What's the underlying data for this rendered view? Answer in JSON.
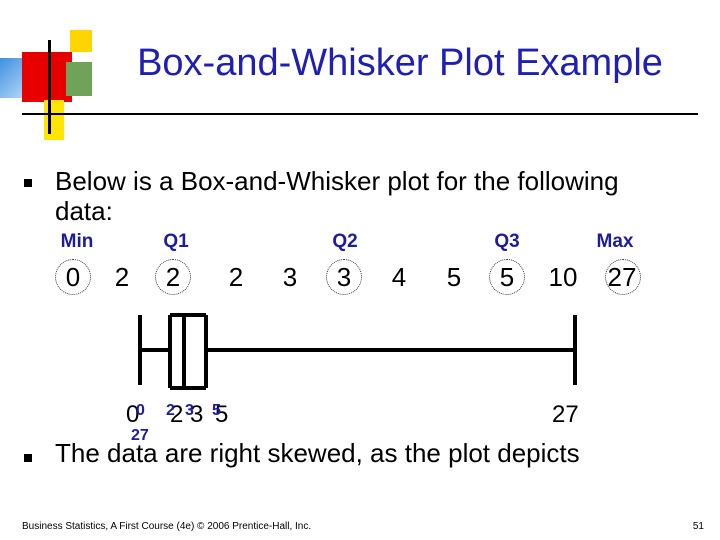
{
  "slide": {
    "title": "Box-and-Whisker Plot Example",
    "bullet1": "Below is a Box-and-Whisker plot for the following data:",
    "bullet2": "The data are right skewed, as the plot depicts",
    "footer_left": "Business Statistics, A First Course (4e) © 2006 Prentice-Hall, Inc.",
    "page_number": "51"
  },
  "data_row": {
    "labels": {
      "min": "Min",
      "q1": "Q1",
      "q2": "Q2",
      "q3": "Q3",
      "max": "Max"
    },
    "values": [
      "0",
      "2",
      "2",
      "2",
      "3",
      "3",
      "4",
      "5",
      "5",
      "10",
      "27"
    ]
  },
  "plot_axis": {
    "left_labels": [
      "0",
      "2",
      "3",
      "5"
    ],
    "right_label": "27",
    "overlay_labels": [
      "0",
      "2",
      "3",
      "5",
      "27"
    ]
  },
  "colors": {
    "title": "#1f1fb4",
    "labels": "#1c1c9e",
    "deco_red": "#e60000",
    "deco_green": "#6fa35a",
    "deco_yellow": "#ffd400"
  }
}
